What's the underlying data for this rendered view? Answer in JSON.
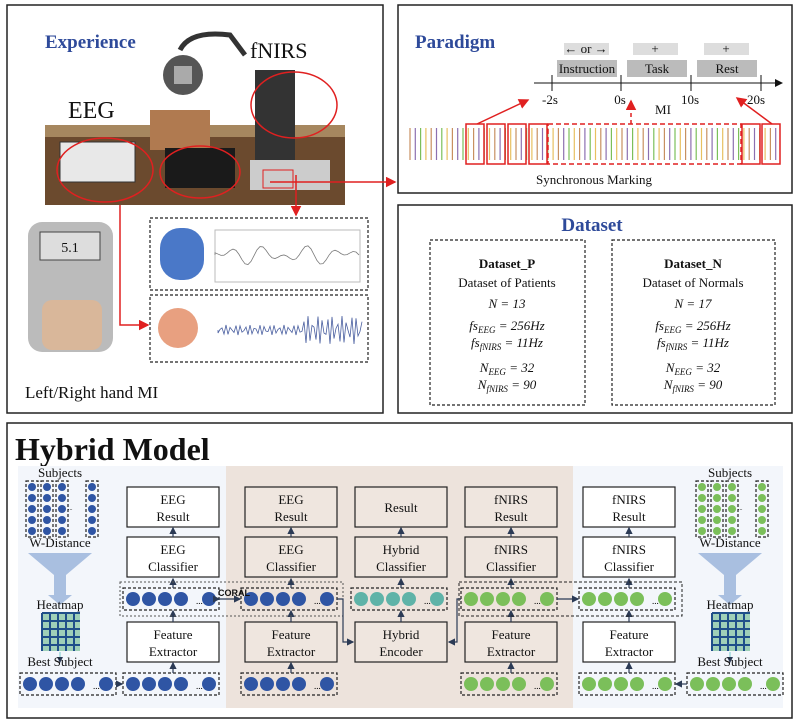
{
  "experience": {
    "title": "Experience",
    "eeg_label": "EEG",
    "fnirs_label": "fNIRS",
    "caption": "Left/Right hand MI",
    "dynamometer_reading": "5.1"
  },
  "paradigm": {
    "title": "Paradigm",
    "cue_instruction": "← or →",
    "cue_task": "+",
    "cue_rest": "+",
    "phases": [
      "Instruction",
      "Task",
      "Rest"
    ],
    "ticks": [
      "-2s",
      "0s",
      "10s",
      "20s"
    ],
    "mi_label": "MI",
    "sync_label": "Synchronous Marking"
  },
  "dataset": {
    "title": "Dataset",
    "cards": [
      {
        "name": "Dataset_P",
        "desc": "Dataset of Patients",
        "N": "N = 13",
        "fs_eeg": "fs",
        "fs_eeg_sub": "EEG",
        "fs_eeg_val": " = 256Hz",
        "fs_fnirs": "fs",
        "fs_fnirs_sub": "fNIRS",
        "fs_fnirs_val": " = 11Hz",
        "n_eeg": "N",
        "n_eeg_sub": "EEG",
        "n_eeg_val": " = 32",
        "n_fnirs": "N",
        "n_fnirs_sub": "fNIRS",
        "n_fnirs_val": " = 90"
      },
      {
        "name": "Dataset_N",
        "desc": "Dataset of Normals",
        "N": "N = 17",
        "fs_eeg": "fs",
        "fs_eeg_sub": "EEG",
        "fs_eeg_val": " = 256Hz",
        "fs_fnirs": "fs",
        "fs_fnirs_sub": "fNIRS",
        "fs_fnirs_val": " = 11Hz",
        "n_eeg": "N",
        "n_eeg_sub": "EEG",
        "n_eeg_val": " = 32",
        "n_fnirs": "N",
        "n_fnirs_sub": "fNIRS",
        "n_fnirs_val": " = 90"
      }
    ]
  },
  "hybrid": {
    "title": "Hybrid Model",
    "subjects": "Subjects",
    "w_distance": "W-Distance",
    "heatmap": "Heatmap",
    "best_subject": "Best Subject",
    "coral": "CORAL",
    "ellipsis": "...",
    "columns": [
      {
        "result": [
          "EEG",
          "Result"
        ],
        "classifier": [
          "EEG",
          "Classifier"
        ],
        "bottom": [
          "Feature",
          "Extractor"
        ]
      },
      {
        "result": [
          "EEG",
          "Result"
        ],
        "classifier": [
          "EEG",
          "Classifier"
        ],
        "bottom": [
          "Feature",
          "Extractor"
        ]
      },
      {
        "result": [
          "Result",
          ""
        ],
        "classifier": [
          "Hybrid",
          "Classifier"
        ],
        "bottom": [
          "Hybrid",
          "Encoder"
        ]
      },
      {
        "result": [
          "fNIRS",
          "Result"
        ],
        "classifier": [
          "fNIRS",
          "Classifier"
        ],
        "bottom": [
          "Feature",
          "Extractor"
        ]
      },
      {
        "result": [
          "fNIRS",
          "Result"
        ],
        "classifier": [
          "fNIRS",
          "Classifier"
        ],
        "bottom": [
          "Feature",
          "Extractor"
        ]
      }
    ]
  },
  "colors": {
    "title_blue": "#2e4a9a",
    "eeg_dot": "#2f55a4",
    "fnirs_dot": "#7bbf5a",
    "hybrid_dot": "#5fb3a8",
    "accent_red": "#e02020",
    "result_teal": "#cfe6e4"
  }
}
